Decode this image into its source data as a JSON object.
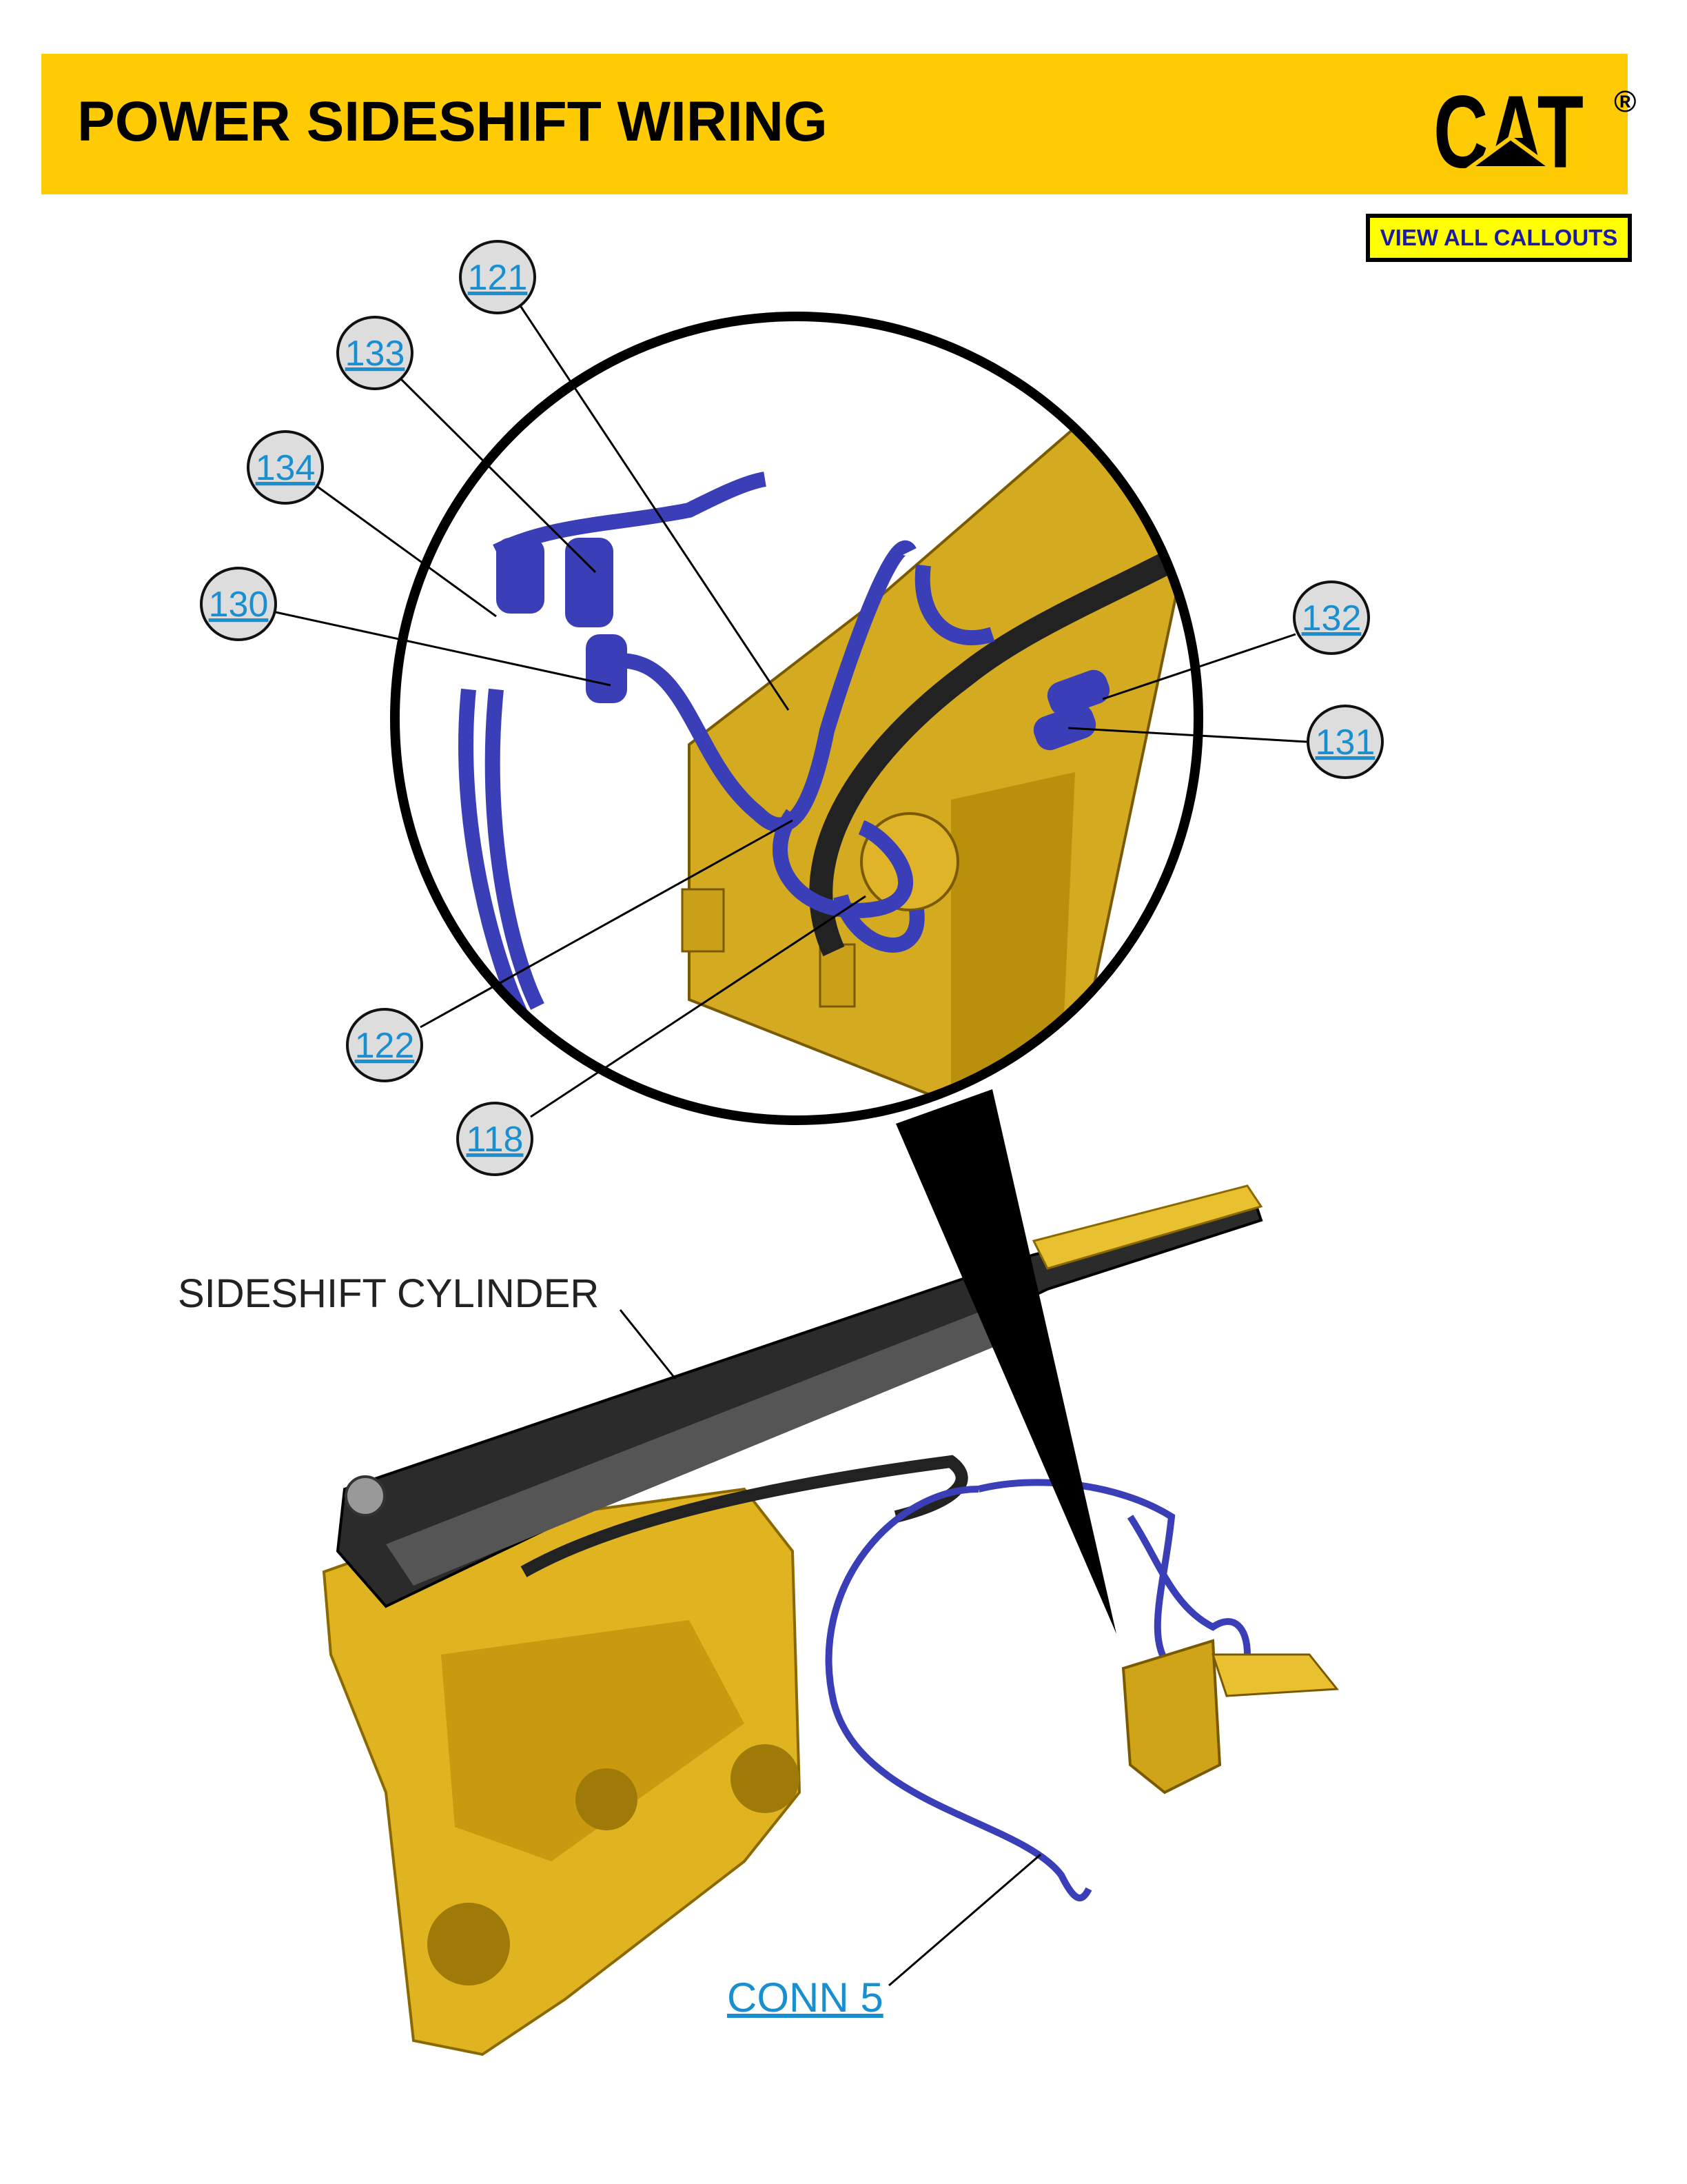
{
  "header": {
    "title": "POWER SIDESHIFT WIRING",
    "logo_text": "CAT",
    "logo_mark": "®"
  },
  "toolbar": {
    "view_all_callouts": "VIEW ALL CALLOUTS"
  },
  "callouts": [
    "121",
    "133",
    "134",
    "130",
    "132",
    "131",
    "122",
    "118"
  ],
  "labels": {
    "sideshift_cylinder": "SIDESHIFT CYLINDER",
    "conn5": "CONN 5"
  },
  "colors": {
    "brand_yellow": "#FFCB05",
    "link_blue": "#1a8fd0",
    "wire_blue": "#3a3fb8",
    "part_gold": "#d9b020"
  }
}
